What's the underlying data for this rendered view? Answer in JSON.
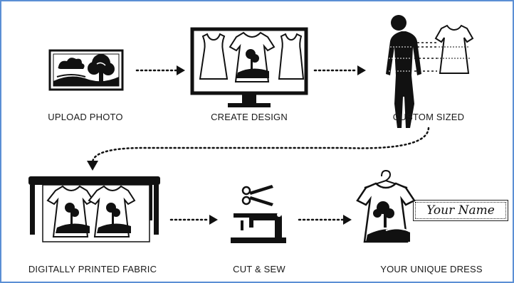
{
  "steps": [
    {
      "label": "UPLOAD PHOTO"
    },
    {
      "label": "CREATE DESIGN"
    },
    {
      "label": "CUSTOM SIZED"
    },
    {
      "label": "DIGITALLY PRINTED FABRIC"
    },
    {
      "label": "CUT & SEW"
    },
    {
      "label": "YOUR UNIQUE DRESS"
    }
  ],
  "name_tag": {
    "text": "Your Name"
  },
  "colors": {
    "ink": "#111111",
    "frame": "#5b8fd4"
  }
}
